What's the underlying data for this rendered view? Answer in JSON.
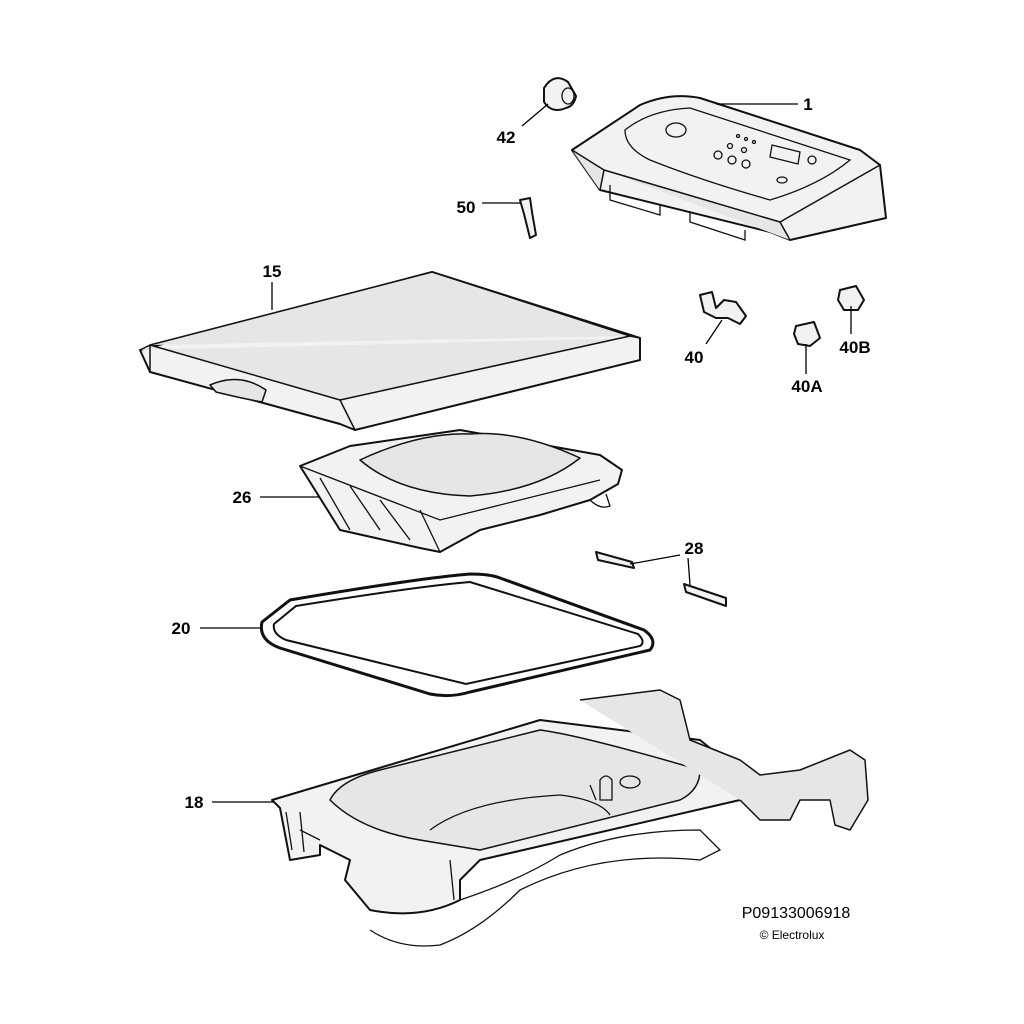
{
  "diagram": {
    "parts": [
      {
        "ref": "42"
      },
      {
        "ref": "1"
      },
      {
        "ref": "50"
      },
      {
        "ref": "15"
      },
      {
        "ref": "40"
      },
      {
        "ref": "40A"
      },
      {
        "ref": "40B"
      },
      {
        "ref": "26"
      },
      {
        "ref": "28"
      },
      {
        "ref": "20"
      },
      {
        "ref": "18"
      }
    ],
    "drawing_code": "P09133006918",
    "copyright": "© Electrolux"
  }
}
